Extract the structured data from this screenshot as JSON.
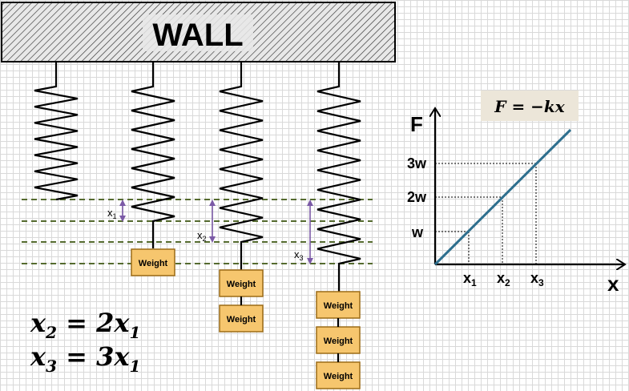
{
  "wall": {
    "label": "WALL"
  },
  "weights": {
    "label": "Weight"
  },
  "displacements": [
    {
      "base": "x",
      "sub": "1"
    },
    {
      "base": "x",
      "sub": "2"
    },
    {
      "base": "x",
      "sub": "3"
    }
  ],
  "equations": [
    {
      "lhs_base": "x",
      "lhs_sub": "2",
      "coef": "2",
      "rhs_base": "x",
      "rhs_sub": "1"
    },
    {
      "lhs_base": "x",
      "lhs_sub": "3",
      "coef": "3",
      "rhs_base": "x",
      "rhs_sub": "1"
    }
  ],
  "graph": {
    "y_label": "F",
    "x_label": "x",
    "law": "F = −kx",
    "y_ticks": [
      "w",
      "2w",
      "3w"
    ],
    "x_ticks": [
      {
        "base": "x",
        "sub": "1"
      },
      {
        "base": "x",
        "sub": "2"
      },
      {
        "base": "x",
        "sub": "3"
      }
    ]
  },
  "colors": {
    "wall_fill": "#e8e8e8",
    "weight_fill": "#f6c66e",
    "weight_border": "#9c6b17",
    "guide_line": "#556b2f",
    "arrow": "#7b5aa6",
    "graph_line": "#2e6f8e",
    "law_box": "#ece6d9"
  }
}
